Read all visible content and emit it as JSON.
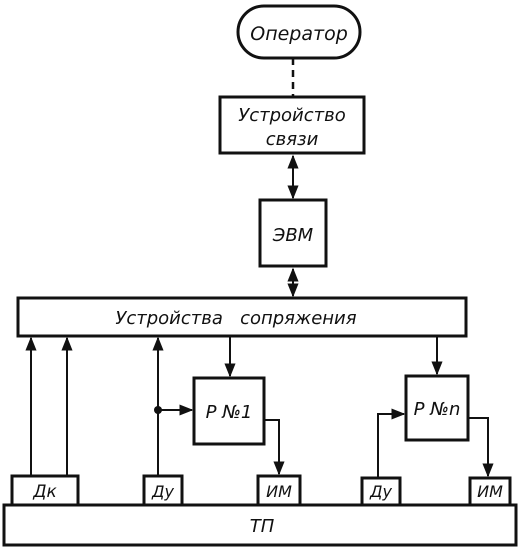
{
  "diagram": {
    "nodes": {
      "operator": "Оператор",
      "comm_line1": "Устройство",
      "comm_line2": "связи",
      "computer": "ЭВМ",
      "interface": "Устройства   сопряжения",
      "reg1": "Р №1",
      "regn": "Р №n",
      "dk": "Дк",
      "du1": "Ду",
      "im1": "ИМ",
      "du2": "Ду",
      "im2": "ИМ",
      "tp": "ТП"
    },
    "colors": {
      "ink": "#111111",
      "background": "#ffffff"
    }
  }
}
